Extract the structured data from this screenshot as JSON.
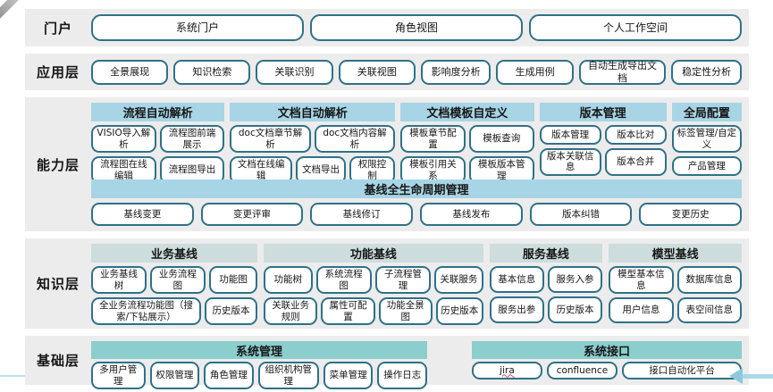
{
  "layers": {
    "portal": {
      "label": "门户",
      "buttons": [
        "系统门户",
        "角色视图",
        "个人工作空间"
      ]
    },
    "application": {
      "label": "应用层",
      "buttons": [
        "全景展现",
        "知识检索",
        "关联识别",
        "关联视图",
        "影响度分析",
        "生成用例",
        "自动生成导出文档",
        "稳定性分析"
      ]
    },
    "capability": {
      "label": "能力层",
      "sections": [
        {
          "title": "流程自动解析",
          "rows": [
            [
              "VISIO导入解析",
              "流程图前端展示"
            ],
            [
              "流程图在线编辑",
              "流程图导出"
            ]
          ]
        },
        {
          "title": "文档自动解析",
          "rows": [
            [
              "doc文档章节解析",
              "doc文档内容解析"
            ],
            [
              "文档在线编辑",
              "文档导出",
              "权限控制"
            ]
          ]
        },
        {
          "title": "文档模板自定义",
          "rows": [
            [
              "模板章节配置",
              "模板查询"
            ],
            [
              "模板引用关系",
              "模板版本管理"
            ]
          ]
        },
        {
          "title": "版本管理",
          "rows": [
            [
              "版本管理",
              "版本比对"
            ],
            [
              "版本关联信息",
              "版本合并"
            ]
          ]
        },
        {
          "title": "全局配置",
          "rows": [
            [
              "标签管理/自定义"
            ],
            [
              "产品管理"
            ]
          ]
        }
      ],
      "baseline": {
        "title": "基线全生命周期管理",
        "buttons": [
          "基线变更",
          "变更评审",
          "基线修订",
          "基线发布",
          "版本纠错",
          "变更历史"
        ]
      }
    },
    "knowledge": {
      "label": "知识层",
      "sections": [
        {
          "title": "业务基线",
          "rows": [
            [
              "业务基线树",
              "业务流程图",
              "功能图"
            ],
            [
              "全业务流程功能图（搜索/下钻展示）",
              "历史版本"
            ]
          ]
        },
        {
          "title": "功能基线",
          "rows": [
            [
              "功能树",
              "系统流程图",
              "子流程管理",
              "关联服务"
            ],
            [
              "关联业务规则",
              "属性可配置",
              "功能全景图",
              "历史版本"
            ]
          ]
        },
        {
          "title": "服务基线",
          "rows": [
            [
              "基本信息",
              "服务入参"
            ],
            [
              "服务出参",
              "历史版本"
            ]
          ]
        },
        {
          "title": "模型基线",
          "rows": [
            [
              "模型基本信息",
              "数据库信息"
            ],
            [
              "用户信息",
              "表空间信息"
            ]
          ]
        }
      ]
    },
    "foundation": {
      "label": "基础层",
      "sections": [
        {
          "title": "系统管理",
          "buttons": [
            "多用户管理",
            "权限管理",
            "角色管理",
            "组织机构管理",
            "菜单管理",
            "操作日志"
          ]
        },
        {
          "title": "系统接口",
          "buttons": [
            "jira",
            "confluence",
            "接口自动化平台"
          ]
        }
      ]
    }
  },
  "colors": {
    "capability_header": "#a7d5e6",
    "knowledge_header": "#cddddd",
    "foundation_header": "#8bcecd",
    "module_border": "#2f7187",
    "layer_background": "#edecec",
    "accent_line": "#bfe0ef"
  }
}
